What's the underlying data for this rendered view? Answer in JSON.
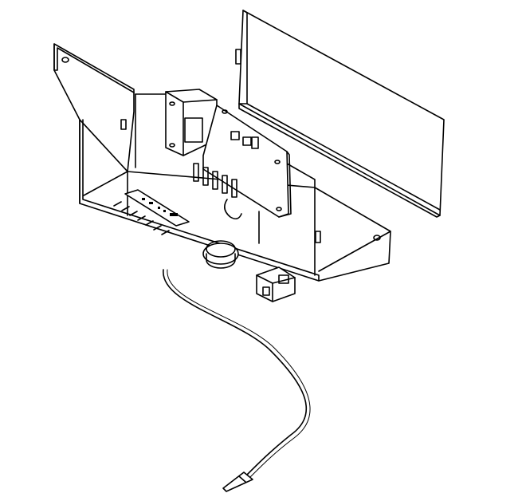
{
  "drawing": {
    "style": "exploded-view line art",
    "colors": {
      "line": "#000000",
      "background": "#ffffff"
    },
    "parts": [
      "cover-panel",
      "mounting-bracket",
      "tray",
      "relay",
      "circuit-board",
      "label-plate",
      "round-socket",
      "cable-clamp",
      "sensor-cable",
      "sensor-probe"
    ]
  }
}
